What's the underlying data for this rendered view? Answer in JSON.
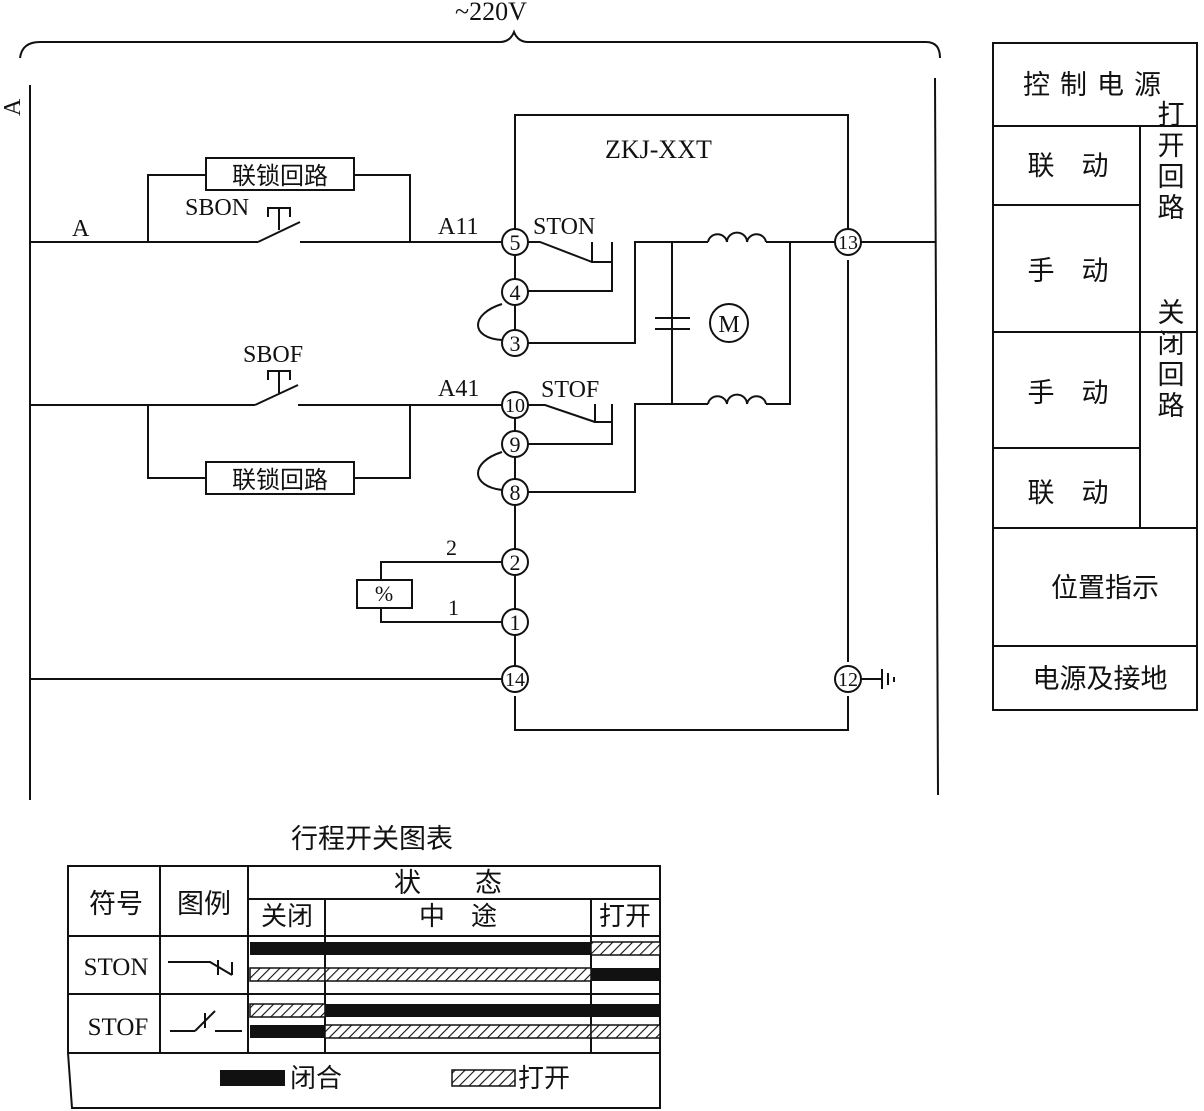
{
  "supply": {
    "voltage": "~220V",
    "phase": "A"
  },
  "controller": {
    "model": "ZKJ-XXT",
    "motor": "M"
  },
  "line_labels": {
    "a": "A",
    "a11": "A11",
    "a41": "A41"
  },
  "buttons": {
    "open": "SBON",
    "close": "SBOF"
  },
  "limit_switches": {
    "open": "STON",
    "close": "STOF"
  },
  "interlock": {
    "label": "联锁回路"
  },
  "position_sensor": {
    "symbol": "%",
    "wire_upper": "2",
    "wire_lower": "1"
  },
  "terminals": [
    "5",
    "4",
    "3",
    "10",
    "9",
    "8",
    "2",
    "1",
    "14",
    "13",
    "12"
  ],
  "legend_panel": {
    "control_power": "控制电源",
    "linked": "联　动",
    "manual": "手　动",
    "open_circuit": "打开回路",
    "close_circuit": "关闭回路",
    "position_indication": "位置指示",
    "power_ground": "电源及接地"
  },
  "switch_table": {
    "title": "行程开关图表",
    "headers": {
      "symbol": "符号",
      "legend": "图例",
      "state": "状　　态",
      "closed_pos": "关闭",
      "midway": "中　途",
      "open_pos": "打开"
    },
    "rows": [
      {
        "symbol": "STON",
        "top_bars": [
          "closed",
          "closed",
          "open"
        ],
        "bottom_bars": [
          "open",
          "open",
          "closed"
        ]
      },
      {
        "symbol": "STOF",
        "top_bars": [
          "open",
          "closed",
          "closed"
        ],
        "bottom_bars": [
          "closed",
          "open",
          "open"
        ]
      }
    ],
    "key": {
      "closed": "闭合",
      "open": "打开"
    }
  }
}
